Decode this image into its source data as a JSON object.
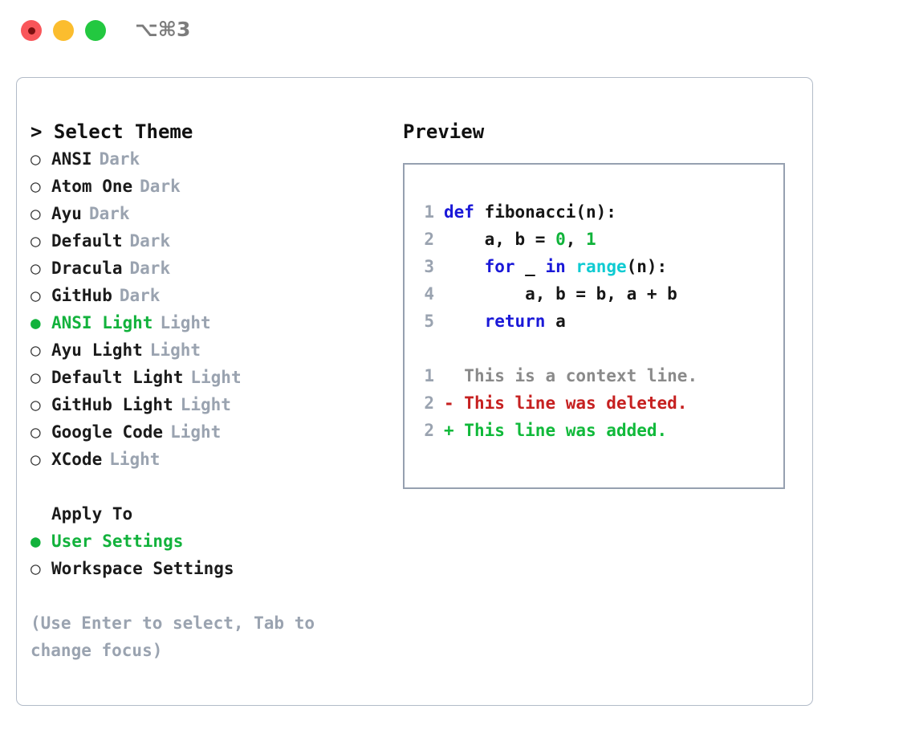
{
  "titlebar": {
    "shortcut": "⌥⌘3",
    "dots": [
      {
        "name": "close",
        "color": "#f9565a"
      },
      {
        "name": "minimize",
        "color": "#fbbd2e"
      },
      {
        "name": "maximize",
        "color": "#23c840"
      }
    ]
  },
  "left": {
    "title": "> Select Theme",
    "themes": [
      {
        "marker": "○",
        "label": "ANSI",
        "variant": "Dark",
        "selected": false
      },
      {
        "marker": "○",
        "label": "Atom One",
        "variant": "Dark",
        "selected": false
      },
      {
        "marker": "○",
        "label": "Ayu",
        "variant": "Dark",
        "selected": false
      },
      {
        "marker": "○",
        "label": "Default",
        "variant": "Dark",
        "selected": false
      },
      {
        "marker": "○",
        "label": "Dracula",
        "variant": "Dark",
        "selected": false
      },
      {
        "marker": "○",
        "label": "GitHub",
        "variant": "Dark",
        "selected": false
      },
      {
        "marker": "●",
        "label": "ANSI Light",
        "variant": "Light",
        "selected": true
      },
      {
        "marker": "○",
        "label": "Ayu Light",
        "variant": "Light",
        "selected": false
      },
      {
        "marker": "○",
        "label": "Default Light",
        "variant": "Light",
        "selected": false
      },
      {
        "marker": "○",
        "label": "GitHub Light",
        "variant": "Light",
        "selected": false
      },
      {
        "marker": "○",
        "label": "Google Code",
        "variant": "Light",
        "selected": false
      },
      {
        "marker": "○",
        "label": "XCode",
        "variant": "Light",
        "selected": false
      }
    ],
    "apply_to_heading": "Apply To",
    "apply_to": [
      {
        "marker": "●",
        "label": "User Settings",
        "selected": true
      },
      {
        "marker": "○",
        "label": "Workspace Settings",
        "selected": false
      }
    ],
    "hint": "(Use Enter to select, Tab to change focus)"
  },
  "right": {
    "title": "Preview",
    "code": [
      {
        "no": "1",
        "tokens": [
          {
            "t": "def",
            "c": "kw"
          },
          {
            "t": " fibonacci(n):",
            "c": "txt"
          }
        ]
      },
      {
        "no": "2",
        "tokens": [
          {
            "t": "    a, b = ",
            "c": "txt"
          },
          {
            "t": "0",
            "c": "num"
          },
          {
            "t": ", ",
            "c": "txt"
          },
          {
            "t": "1",
            "c": "num"
          }
        ]
      },
      {
        "no": "3",
        "tokens": [
          {
            "t": "    ",
            "c": "txt"
          },
          {
            "t": "for",
            "c": "kw"
          },
          {
            "t": " _ ",
            "c": "txt"
          },
          {
            "t": "in",
            "c": "kw"
          },
          {
            "t": " ",
            "c": "txt"
          },
          {
            "t": "range",
            "c": "fn"
          },
          {
            "t": "(n):",
            "c": "txt"
          }
        ]
      },
      {
        "no": "4",
        "tokens": [
          {
            "t": "        a, b = b, a + b",
            "c": "txt"
          }
        ]
      },
      {
        "no": "5",
        "tokens": [
          {
            "t": "    ",
            "c": "txt"
          },
          {
            "t": "return",
            "c": "kw"
          },
          {
            "t": " a",
            "c": "txt"
          }
        ]
      }
    ],
    "diff": [
      {
        "no": "1",
        "sign": "  ",
        "text": "This is a context line.",
        "kind": "ctx"
      },
      {
        "no": "2",
        "sign": "- ",
        "text": "This line was deleted.",
        "kind": "del"
      },
      {
        "no": "2",
        "sign": "+ ",
        "text": "This line was added.",
        "kind": "add"
      }
    ]
  },
  "colors": {
    "accent_green": "#12b23c",
    "muted": "#9aa3b0",
    "keyword_blue": "#1a18d8",
    "function_cyan": "#0fcbd2",
    "number_green": "#10b33a",
    "diff_delete_red": "#c62020",
    "diff_add_green": "#10b93a",
    "border": "#b2bbc8"
  }
}
